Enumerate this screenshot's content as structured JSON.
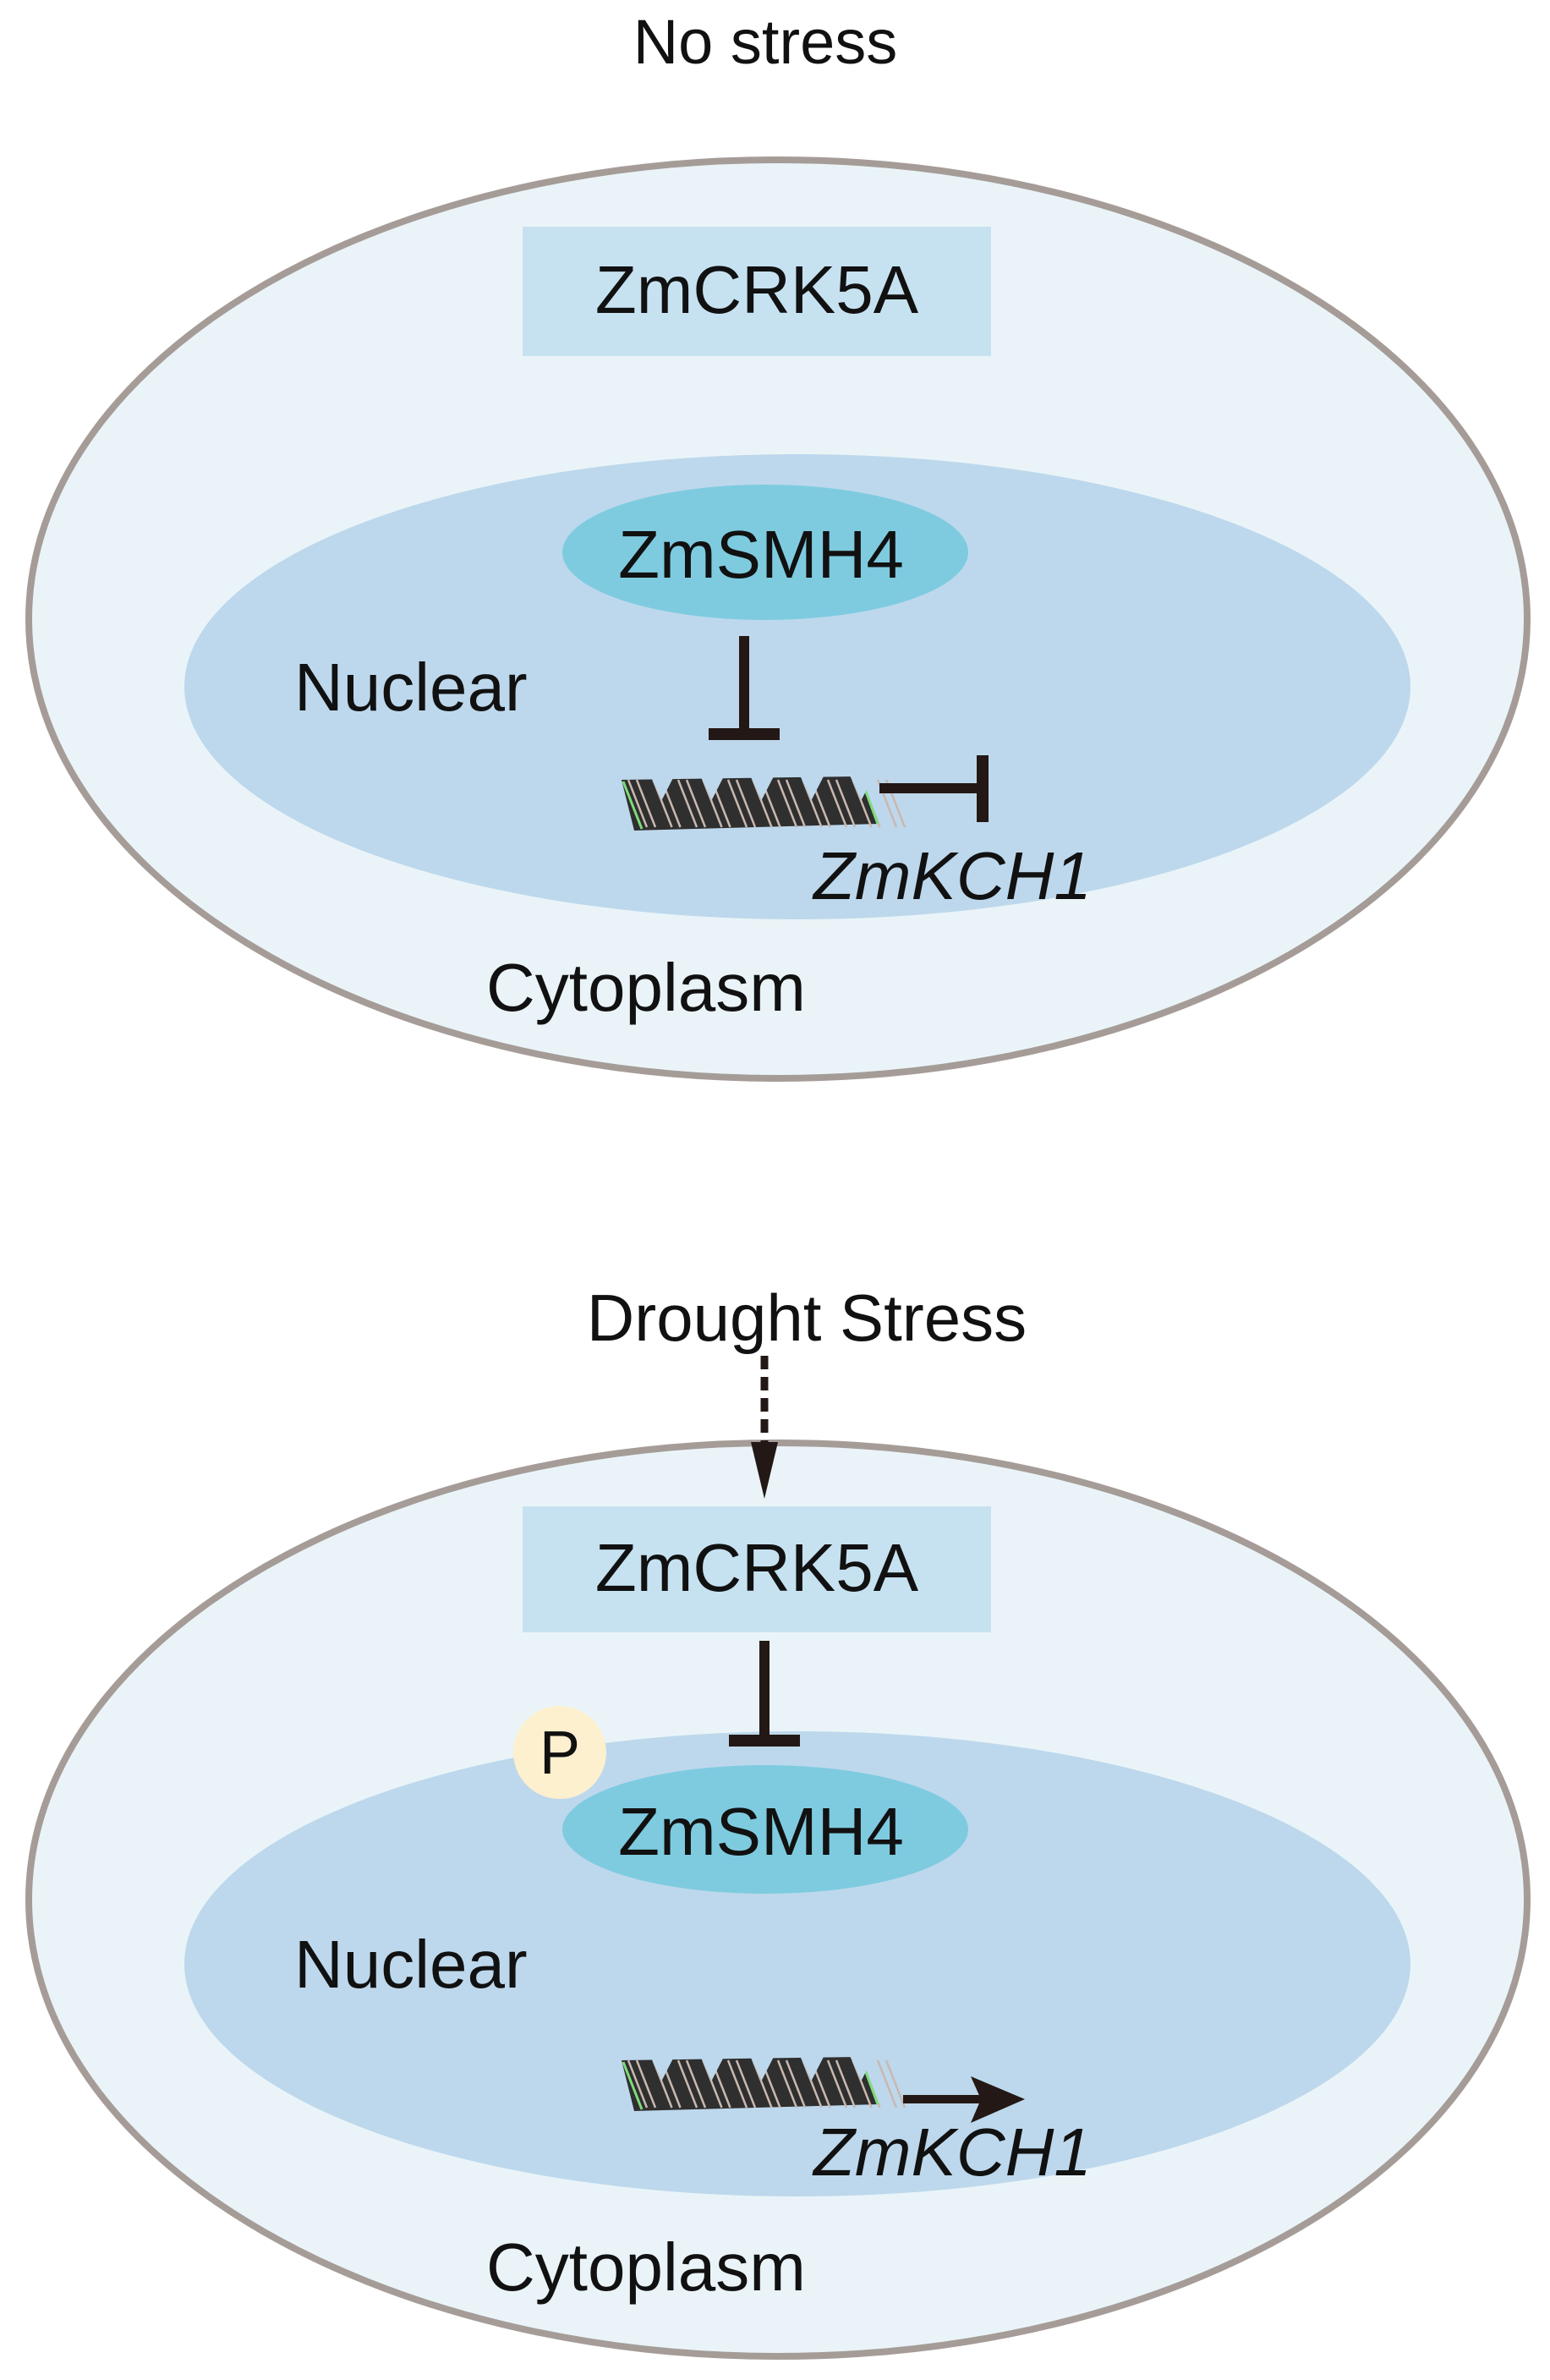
{
  "panels": [
    {
      "title": "No stress",
      "kinase_label": "ZmCRK5A",
      "tf_label": "ZmSMH4",
      "nucleus_label": "Nuclear",
      "cytoplasm_label": "Cytoplasm",
      "gene_label": "ZmKCH1",
      "phospho_label": null,
      "relations": [
        {
          "from": "ZmSMH4",
          "to": "DNA",
          "type": "inhibition"
        },
        {
          "from": "DNA",
          "to": "ZmKCH1",
          "type": "inhibition"
        }
      ]
    },
    {
      "title": "Drought Stress",
      "kinase_label": "ZmCRK5A",
      "tf_label": "ZmSMH4",
      "nucleus_label": "Nuclear",
      "cytoplasm_label": "Cytoplasm",
      "gene_label": "ZmKCH1",
      "phospho_label": "P",
      "relations": [
        {
          "from": "Drought Stress",
          "to": "ZmCRK5A",
          "type": "indirect-activation"
        },
        {
          "from": "ZmCRK5A",
          "to": "ZmSMH4",
          "type": "inhibition"
        },
        {
          "from": "DNA",
          "to": "ZmKCH1",
          "type": "activation"
        }
      ]
    }
  ],
  "colors": {
    "cell_fill": "#eaf4f8",
    "cell_stroke": "#a59c98",
    "nucleus_fill": "#bdd8ec",
    "kinase_box_fill": "#c6e2f1",
    "tf_fill": "#7ecbe0",
    "phospho_fill": "#fdf0cf",
    "arrow": "#231815",
    "dna_dark": "#2f2f2f",
    "dna_stripe": "#c9b8b0",
    "dna_edge": "#7ddc7a"
  }
}
